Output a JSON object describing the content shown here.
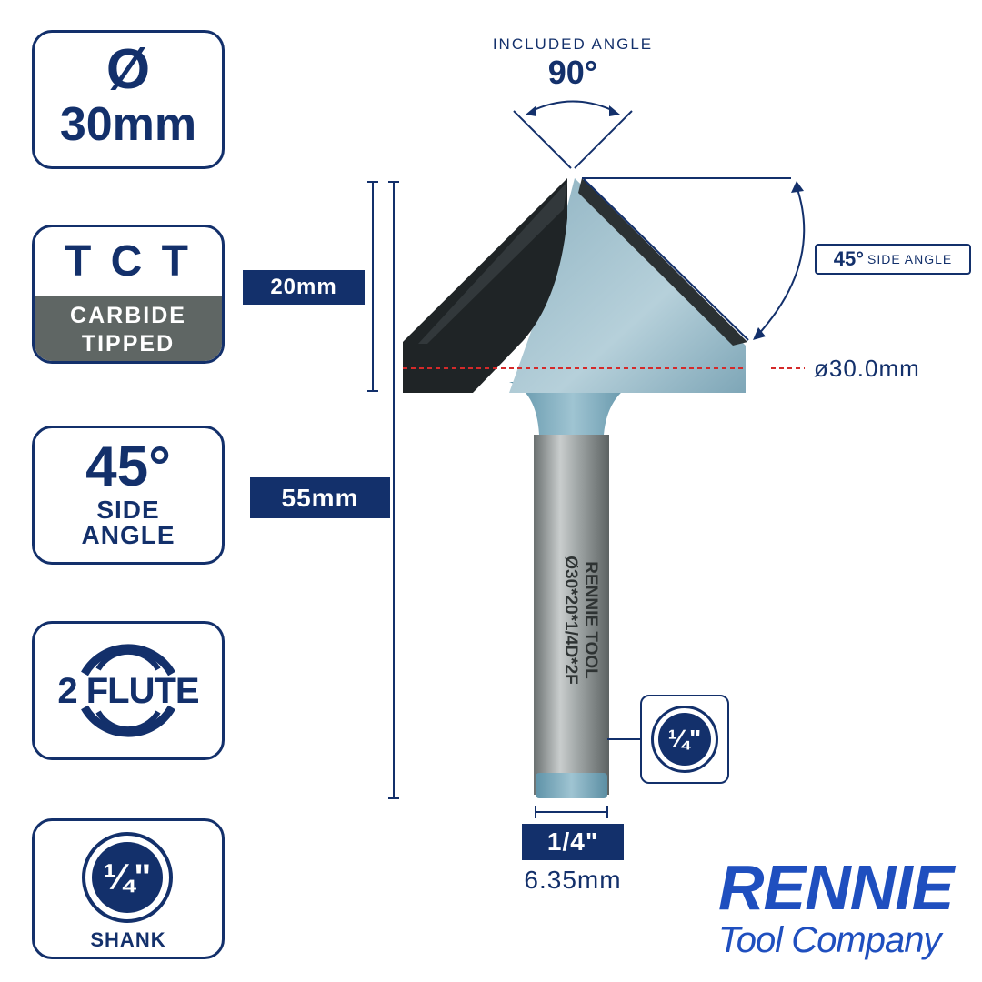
{
  "badges": {
    "diameter": {
      "symbol": "Ø",
      "value": "30mm"
    },
    "tct": {
      "title": "T C T",
      "sub1": "CARBIDE",
      "sub2": "TIPPED"
    },
    "side_angle": {
      "value": "45°",
      "sub1": "SIDE",
      "sub2": "ANGLE"
    },
    "flute": {
      "text": "2 FLUTE"
    },
    "shank": {
      "value": "¼\"",
      "caption": "SHANK"
    }
  },
  "dimensions": {
    "cutting_length": "20mm",
    "overall_length": "55mm",
    "diameter": "ø30.0mm",
    "included_angle_label": "INCLUDED ANGLE",
    "included_angle_value": "90°",
    "side_angle_value": "45°",
    "side_angle_label": "SIDE ANGLE",
    "shank_fraction": "1/4\"",
    "shank_metric": "6.35mm",
    "shank_circle": "¼\""
  },
  "shank_engraving": {
    "line1": "RENNIE TOOL",
    "line2": "Ø30*20*1/4D*2F"
  },
  "brand": {
    "name": "RENNIE",
    "tagline": "Tool Company"
  },
  "colors": {
    "navy": "#13306b",
    "gray": "#5f6664",
    "brand_blue": "#1f4fbf",
    "red_dash": "#d42a2a"
  }
}
